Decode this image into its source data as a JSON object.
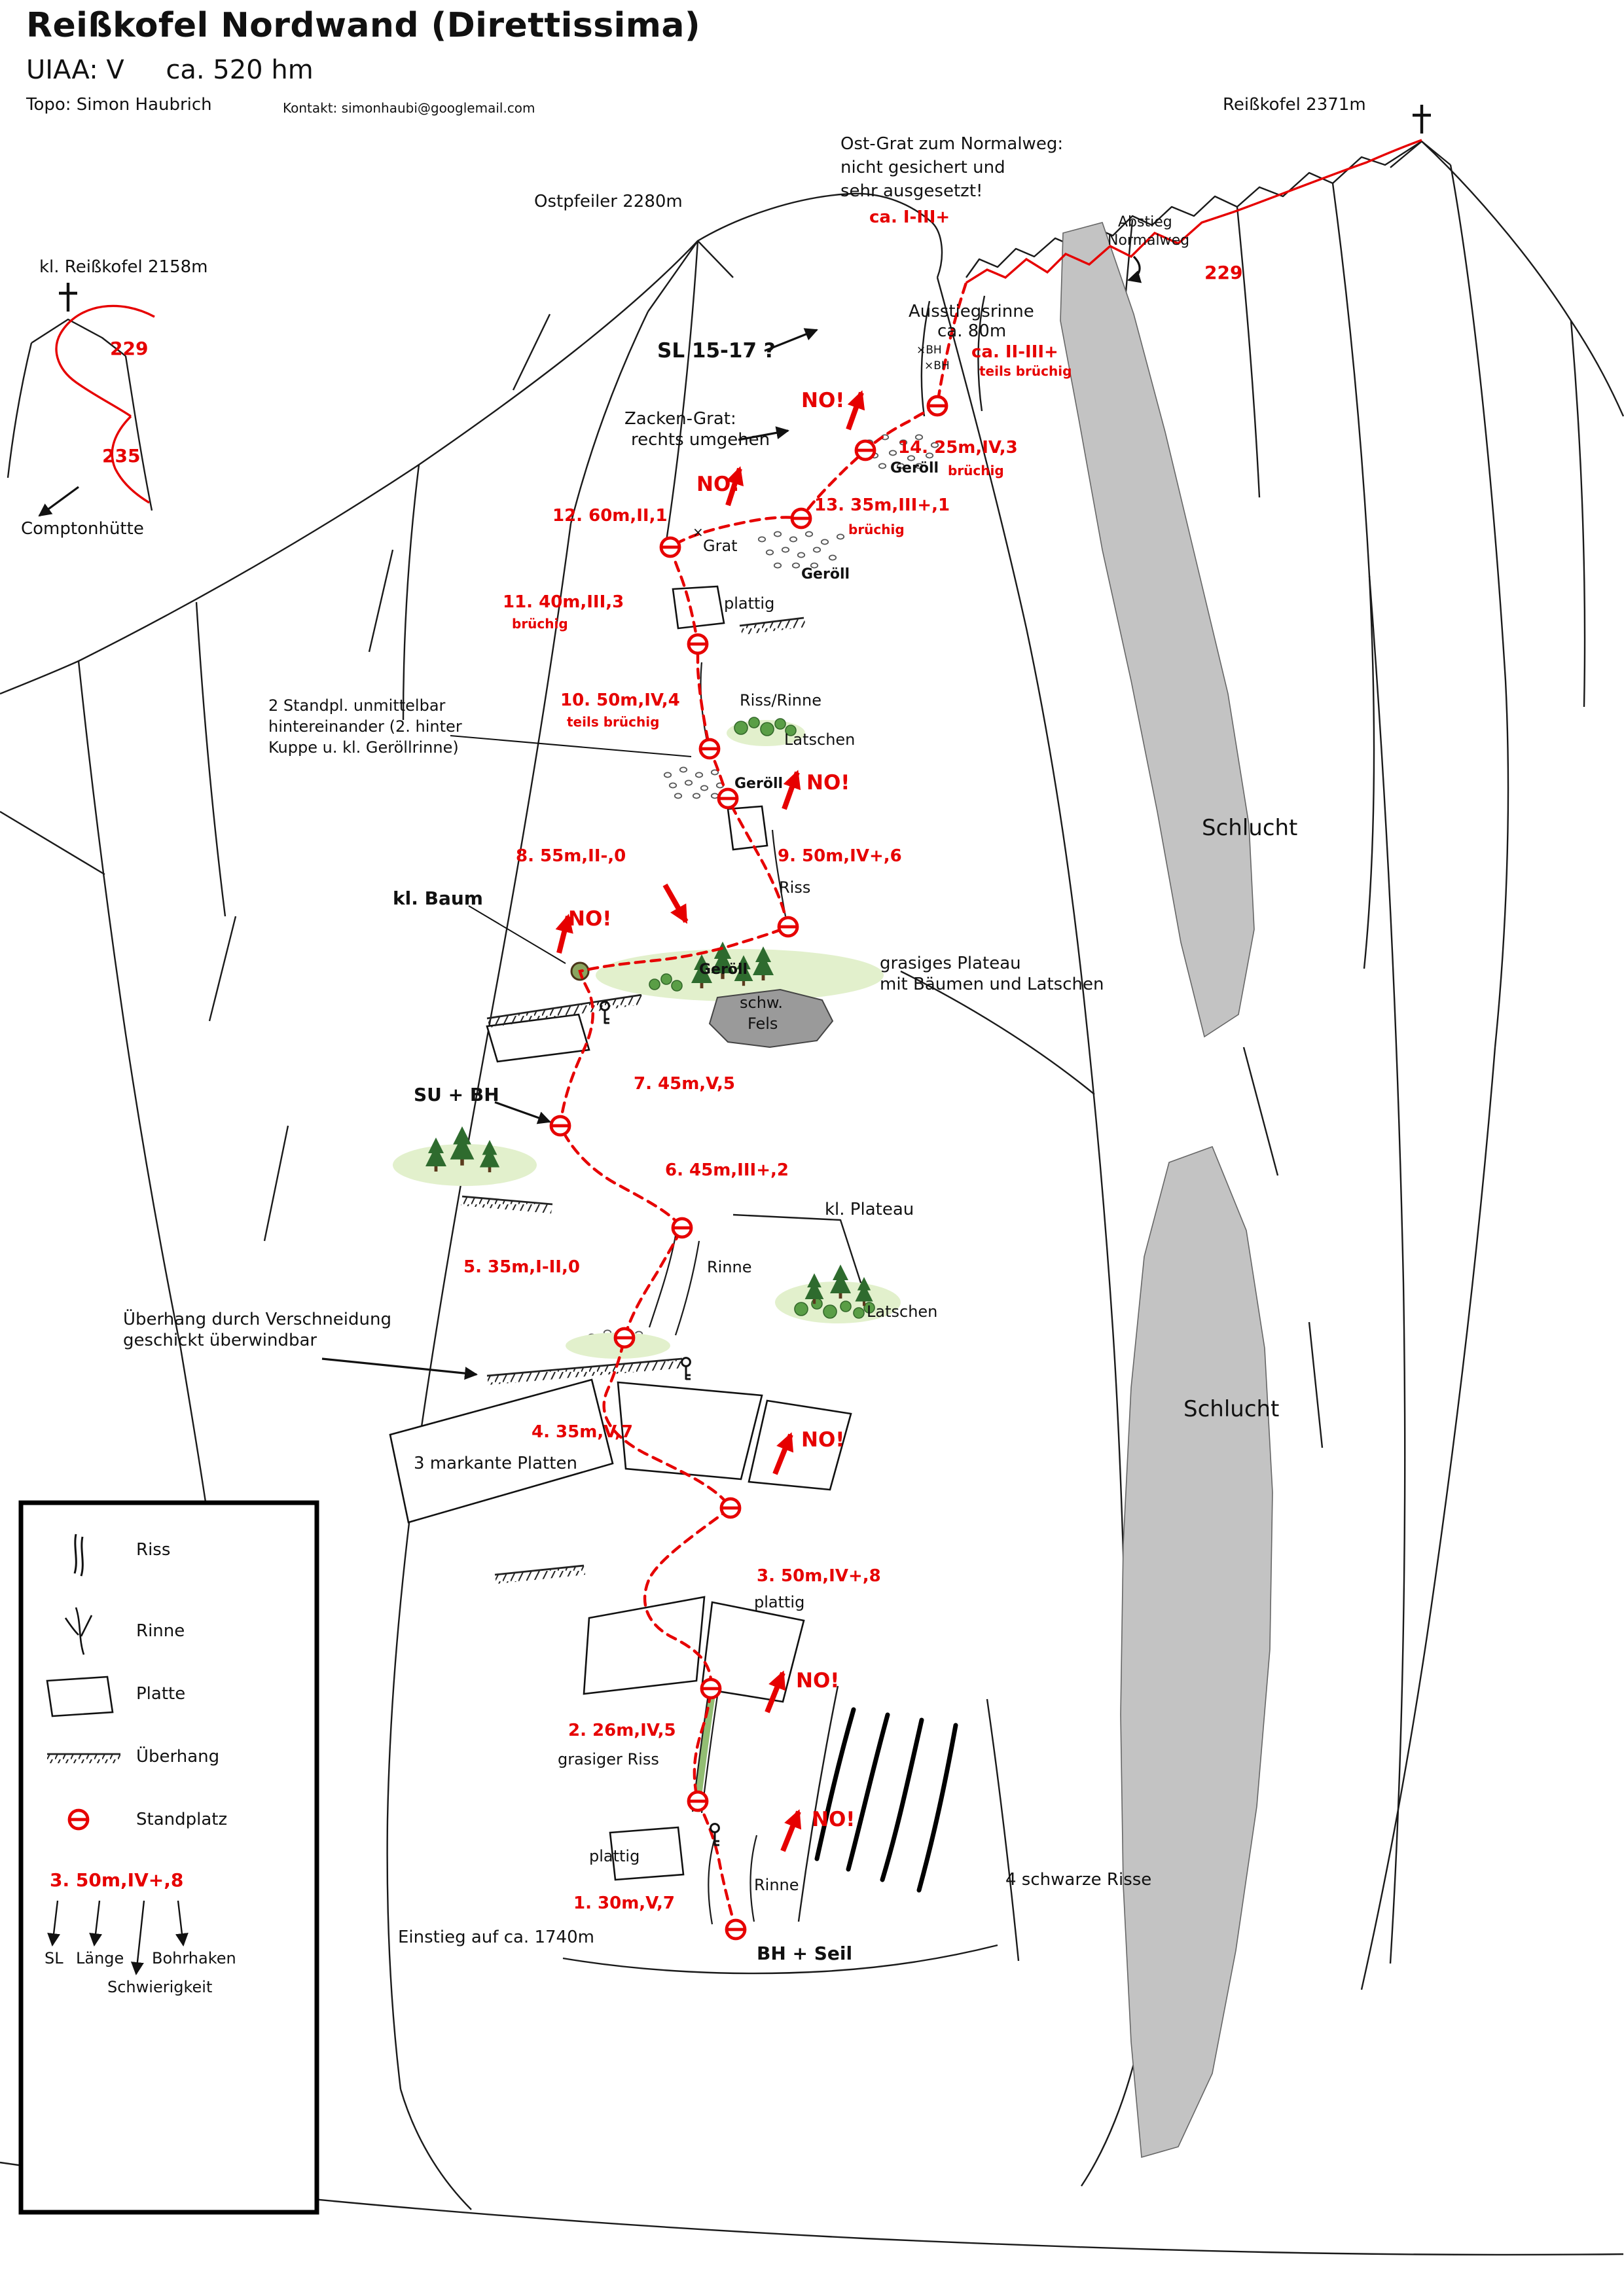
{
  "header": {
    "title": "Reißkofel Nordwand (Direttissima)",
    "grade_line": "UIAA: V     ca. 520 hm",
    "topo_credit": "Topo: Simon Haubrich",
    "contact": "Kontakt: simonhaubi@googlemail.com"
  },
  "peaks": {
    "reisskofel": "Reißkofel 2371m",
    "kl_reisskofel": "kl. Reißkofel 2158m",
    "ostpfeiler": "Ostpfeiler 2280m"
  },
  "descent": {
    "ostgrat_1": "Ost-Grat zum Normalweg:",
    "ostgrat_2": "nicht gesichert und",
    "ostgrat_3": "sehr ausgesetzt!",
    "ostgrat_grade": "ca. I-III+",
    "abstieg_1": "Abstieg",
    "abstieg_2": "Normalweg",
    "route_229": "229",
    "route_235": "235",
    "hut": "Comptonhütte"
  },
  "exit": {
    "rinne_1": "Ausstiegsrinne",
    "rinne_2": "ca. 80m",
    "grade": "ca. II-III+",
    "note": "teils brüchig",
    "pitch_count": "SL 15-17 ?",
    "bh_mark": "×BH",
    "zacken_1": "Zacken-Grat:",
    "zacken_2": "rechts umgehen"
  },
  "warning": {
    "no": "NO!"
  },
  "pitches": [
    {
      "label": "1. 30m,V,7"
    },
    {
      "label": "2. 26m,IV,5"
    },
    {
      "label": "3. 50m,IV+,8"
    },
    {
      "label": "4. 35m,V,7"
    },
    {
      "label": "5. 35m,I-II,0"
    },
    {
      "label": "6. 45m,III+,2"
    },
    {
      "label": "7. 45m,V,5"
    },
    {
      "label": "8. 55m,II-,0"
    },
    {
      "label": "9. 50m,IV+,6"
    },
    {
      "label": "10. 50m,IV,4",
      "note": "teils brüchig"
    },
    {
      "label": "11. 40m,III,3",
      "note": "brüchig"
    },
    {
      "label": "12. 60m,II,1"
    },
    {
      "label": "13. 35m,III+,1",
      "note": "brüchig"
    },
    {
      "label": "14. 25m,IV,3",
      "note": "brüchig"
    }
  ],
  "features": {
    "grat": "Grat",
    "grat_mark": "×",
    "geroell": "Geröll",
    "plattig": "plattig",
    "riss_rinne": "Riss/Rinne",
    "latschen": "Latschen",
    "riss": "Riss",
    "kl_baum": "kl. Baum",
    "grasiges_1": "grasiges Plateau",
    "grasiges_2": "mit Bäumen und Latschen",
    "schw_fels_1": "schw.",
    "schw_fels_2": "Fels",
    "su_bh": "SU + BH",
    "kl_plateau": "kl. Plateau",
    "rinne": "Rinne",
    "ueberhang_1": "Überhang durch Verschneidung",
    "ueberhang_2": "geschickt überwindbar",
    "platten": "3 markante Platten",
    "grasiger_riss": "grasiger Riss",
    "schwarze_risse": "4 schwarze Risse",
    "schlucht": "Schlucht",
    "standpl_1": "2 Standpl. unmittelbar",
    "standpl_2": "hintereinander (2. hinter",
    "standpl_3": "Kuppe u. kl. Geröllrinne)",
    "einstieg": "Einstieg auf ca. 1740m",
    "bh_seil": "BH + Seil"
  },
  "legend": {
    "riss": "Riss",
    "rinne": "Rinne",
    "platte": "Platte",
    "ueberhang": "Überhang",
    "standplatz": "Standplatz",
    "example": "3. 50m,IV+,8",
    "sl": "SL",
    "laenge": "Länge",
    "bohrhaken": "Bohrhaken",
    "schwierigkeit": "Schwierigkeit"
  },
  "colors": {
    "route": "#e60000",
    "terrain": "#1a1a1a",
    "scree": "#c3c3c3",
    "vegetation": "#2e6b2e"
  }
}
